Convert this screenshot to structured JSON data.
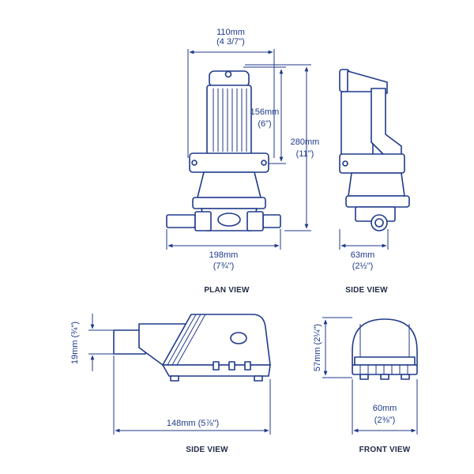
{
  "colors": {
    "line": "#1f3a8a",
    "caption": "#1f2a44",
    "background": "#ffffff"
  },
  "views": {
    "plan": {
      "caption": "PLAN VIEW",
      "width_mm": "110mm",
      "width_in": "(4 3/7\")",
      "height1_mm": "156mm",
      "height1_in": "(6\")",
      "height2_mm": "280mm",
      "height2_in": "(11\")",
      "length_mm": "198mm",
      "length_in": "(7¾\")"
    },
    "side_top": {
      "caption": "SIDE VIEW",
      "depth_mm": "63mm",
      "depth_in": "(2½\")"
    },
    "side_bottom": {
      "caption": "SIDE VIEW",
      "outlet_label": "19mm (¾\")",
      "length_label": "148mm (5⅞\")"
    },
    "front": {
      "caption": "FRONT VIEW",
      "height_label": "57mm (2¼\")",
      "width_mm": "60mm",
      "width_in": "(2⅜\")"
    }
  }
}
